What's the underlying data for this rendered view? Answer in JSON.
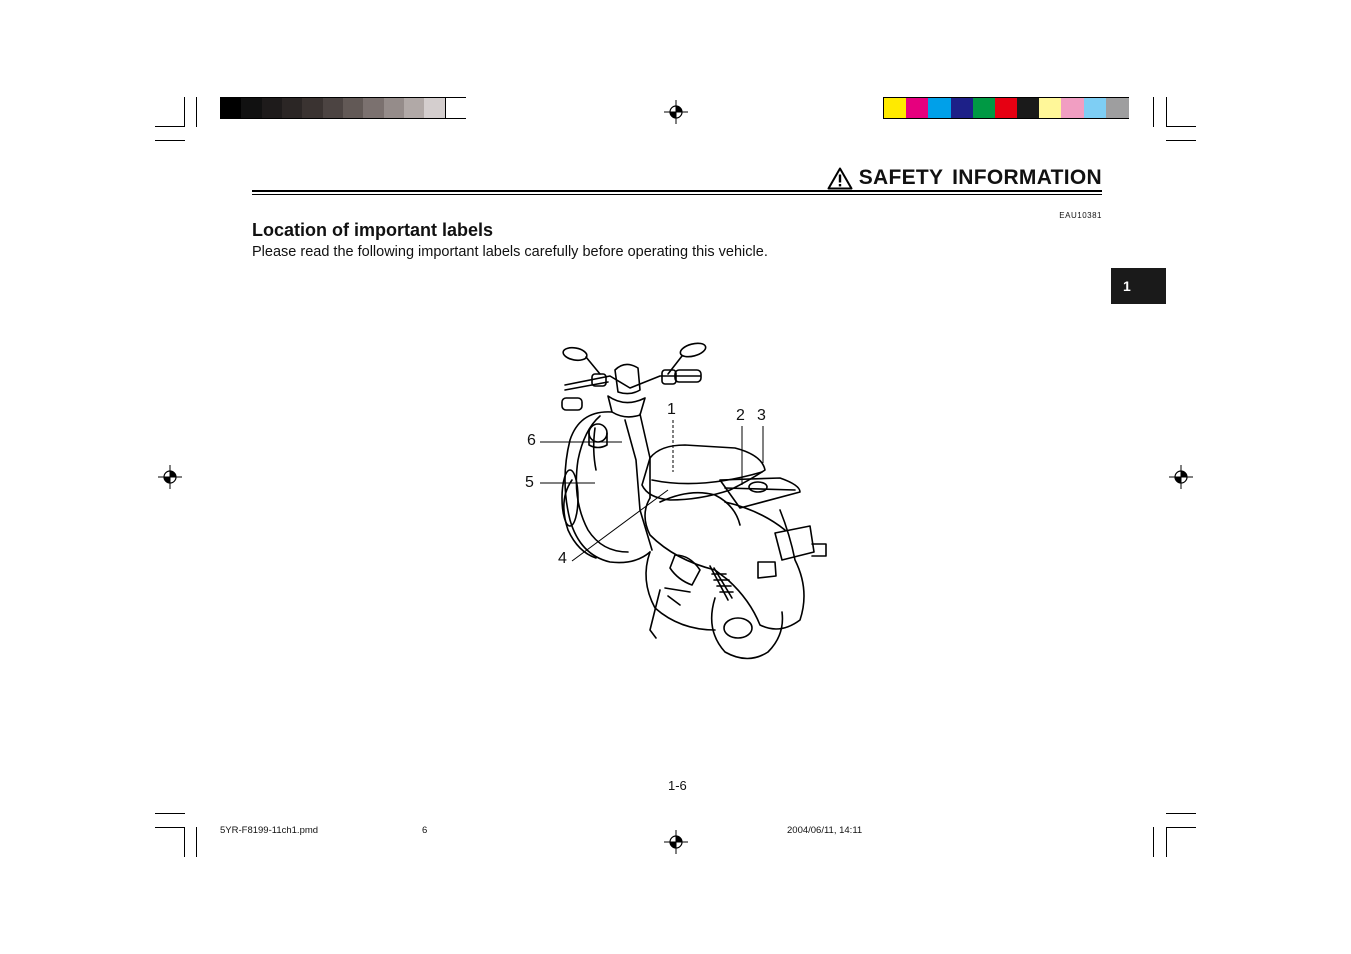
{
  "header": {
    "title": "SAFETY INFORMATION",
    "code": "EAU10381"
  },
  "section": {
    "title": "Location of important labels",
    "intro": "Please read the following important labels carefully before operating this vehicle."
  },
  "chapter_tab": "1",
  "figure": {
    "callouts": [
      "1",
      "2",
      "3",
      "4",
      "5",
      "6"
    ]
  },
  "page_number": "1-6",
  "footer": {
    "file": "5YR-F8199-11ch1.pmd",
    "page": "6",
    "datetime": "2004/06/11, 14:11"
  },
  "colors": {
    "gray_scale": [
      "#000000",
      "#111111",
      "#1e1b1b",
      "#2b2625",
      "#3a3331",
      "#4c4442",
      "#625956",
      "#7b716f",
      "#958c8a",
      "#b1a9a7",
      "#d4cece",
      "#ffffff"
    ],
    "color_bar": [
      "#ffea00",
      "#e6007e",
      "#00a0e9",
      "#1d2088",
      "#009944",
      "#e60012",
      "#1a1a1a",
      "#fff799",
      "#f19ec2",
      "#7ecef4",
      "#9e9e9f"
    ]
  }
}
